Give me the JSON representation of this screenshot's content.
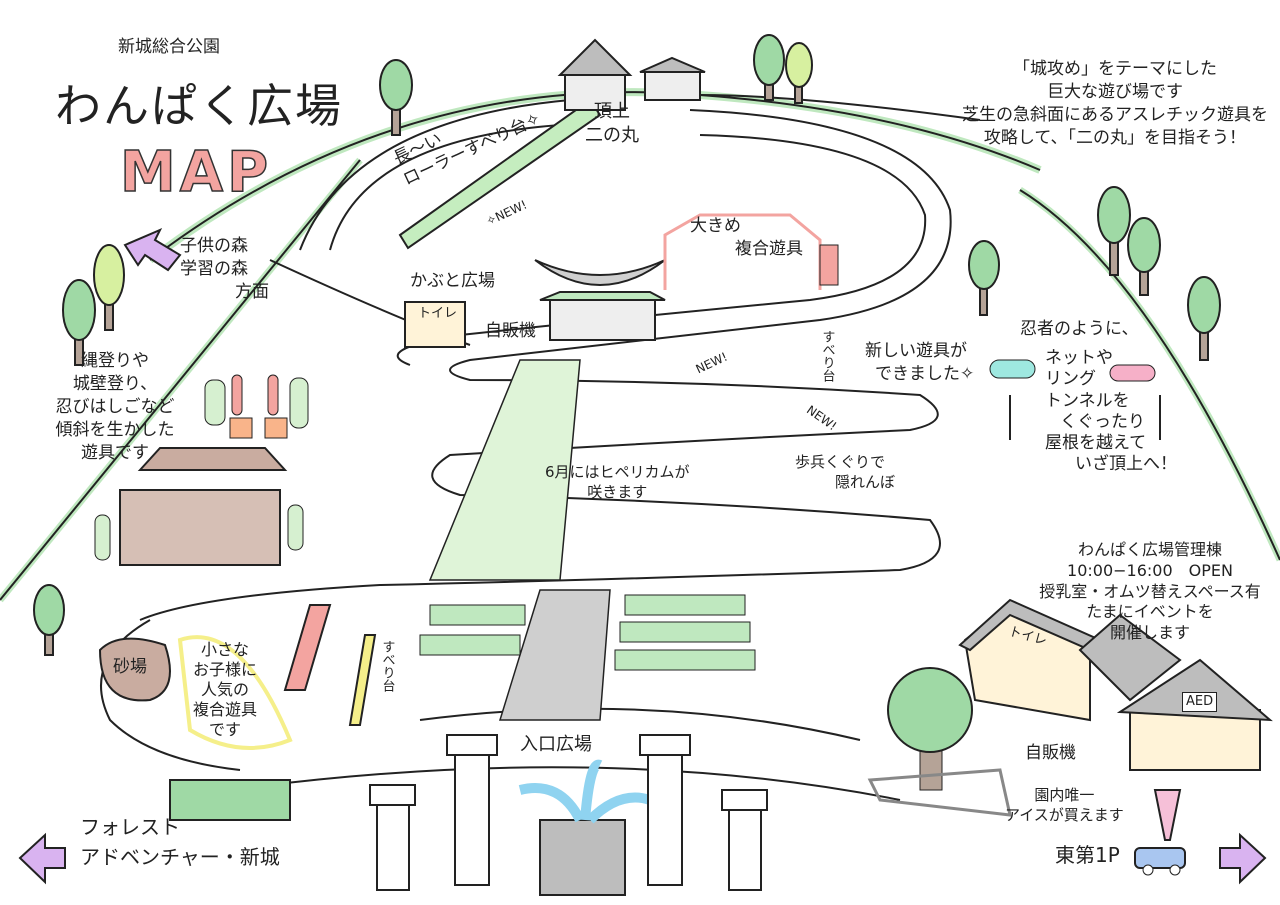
{
  "header": {
    "park_name": "新城総合公園",
    "title": "わんぱく広場",
    "subtitle": "MAP"
  },
  "intro": {
    "lines": [
      "「城攻め」をテーマにした",
      "巨大な遊び場です",
      "芝生の急斜面にあるアスレチック遊具を",
      "攻略して、「二の丸」を目指そう！"
    ]
  },
  "summit": {
    "line1": "頂上",
    "line2": "二の丸"
  },
  "roller_slide": {
    "line1": "長〜い",
    "line2": "ローラーすべり台✧",
    "badge": "✧NEW!"
  },
  "big_play": {
    "line1": "大きめ",
    "line2": "複合遊具"
  },
  "kabuto": {
    "label": "かぶと広場",
    "toilet": "トイレ",
    "vending": "自販機"
  },
  "forest_direction": {
    "line1": "子供の森",
    "line2": "学習の森",
    "line3": "方面"
  },
  "slope_play": {
    "lines": [
      "縄登りや",
      "城壁登り、",
      "忍びはしごなど",
      "傾斜を生かした",
      "遊具です"
    ]
  },
  "slide_upper": "すべり台",
  "new_play": {
    "line1": "新しい遊具が",
    "line2": "できました✧",
    "badge1": "NEW!",
    "badge2": "NEW!"
  },
  "hohei": {
    "line1": "歩兵くぐりで",
    "line2": "隠れんぼ"
  },
  "hypericum": {
    "line1": "6月にはヒペリカムが",
    "line2": "咲きます"
  },
  "ninja": {
    "line1": "忍者のように、",
    "line2": "ネットや",
    "line3": "リング",
    "line4": "トンネルを",
    "line5": "くぐったり",
    "line6": "屋根を越えて",
    "line7": "いざ頂上へ！"
  },
  "office": {
    "name": "わんぱく広場管理棟",
    "hours": "10:00−16:00　OPEN",
    "facilities": "授乳室・オムツ替えスペース有",
    "event1": "たまにイベントを",
    "event2": "開催します",
    "toilet": "トイレ",
    "vending": "自販機",
    "aed": "AED"
  },
  "sandbox": "砂場",
  "kids_play": {
    "lines": [
      "小さな",
      "お子様に",
      "人気の",
      "複合遊具",
      "です"
    ]
  },
  "slide_lower": "すべり台",
  "entrance": "入口広場",
  "forest_adventure": {
    "line1": "フォレスト",
    "line2": "アドベンチャー・新城"
  },
  "ice": {
    "line1": "園内唯一",
    "line2": "アイスが買えます"
  },
  "parking": "東第1P",
  "colors": {
    "grass": "#bfe8bf",
    "road_shadow": "#cccccc",
    "pink": "#f3a4a0",
    "arrow": "#d9b3f0",
    "tree": "#9fd9a5"
  }
}
